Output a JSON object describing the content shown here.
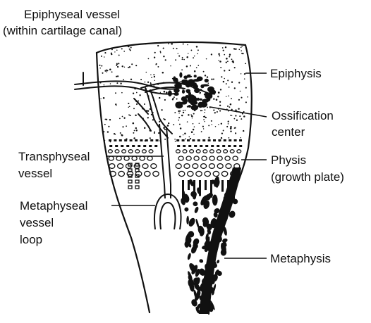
{
  "labels": {
    "epiphyseal_vessel": {
      "line1": "Epiphyseal vessel",
      "line2": "(within cartilage canal)"
    },
    "epiphysis": "Epiphysis",
    "ossification_center": {
      "line1": "Ossification",
      "line2": "center"
    },
    "transphyseal_vessel": {
      "line1": "Transphyseal",
      "line2": "vessel"
    },
    "physis": {
      "line1": "Physis",
      "line2": "(growth plate)"
    },
    "metaphyseal_vessel_loop": {
      "line1": "Metaphyseal",
      "line2": "vessel",
      "line3": "loop"
    },
    "metaphysis": "Metaphysis"
  },
  "colors": {
    "ink": "#111111",
    "background": "#ffffff"
  }
}
